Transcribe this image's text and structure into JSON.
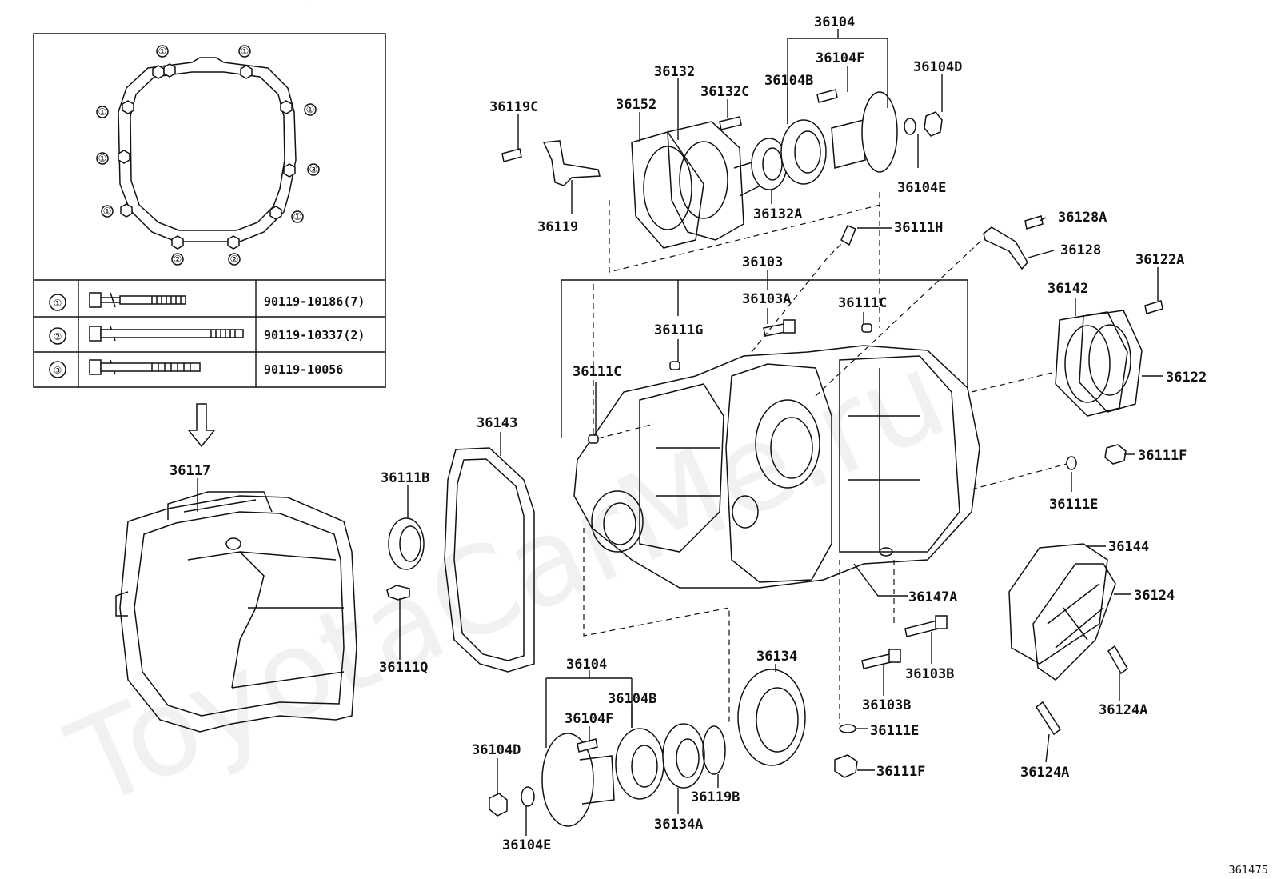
{
  "watermark": "ToyotaCarMe.ru",
  "diagram_id": "361475",
  "inset_table": {
    "rows": [
      {
        "mark": "①",
        "part": "90119-10186(7)"
      },
      {
        "mark": "②",
        "part": "90119-10337(2)"
      },
      {
        "mark": "③",
        "part": "90119-10056"
      }
    ],
    "gasket_marks": [
      "①",
      "①",
      "①",
      "①",
      "①",
      "①",
      "①",
      "①",
      "②",
      "②",
      "③"
    ]
  },
  "labels": {
    "l36104_top": "36104",
    "l36132": "36132",
    "l36104F_top": "36104F",
    "l36104D_top": "36104D",
    "l36132C": "36132C",
    "l36104B_top": "36104B",
    "l36119C": "36119C",
    "l36152": "36152",
    "l36104E_top": "36104E",
    "l36119": "36119",
    "l36132A": "36132A",
    "l36128A": "36128A",
    "l36111H": "36111H",
    "l36128": "36128",
    "l36103": "36103",
    "l36122A": "36122A",
    "l36103A": "36103A",
    "l36111C_r": "36111C",
    "l36142": "36142",
    "l36111G": "36111G",
    "l36122": "36122",
    "l36111C_l": "36111C",
    "l36143": "36143",
    "l36111F_r": "36111F",
    "l36117": "36117",
    "l36111B": "36111B",
    "l36111E_r": "36111E",
    "l36144": "36144",
    "l36124": "36124",
    "l36147A": "36147A",
    "l36103B_r": "36103B",
    "l36111Q": "36111Q",
    "l36134": "36134",
    "l36104_bot": "36104",
    "l36104B_bot": "36104B",
    "l36103B_l": "36103B",
    "l36124A_r": "36124A",
    "l36104F_bot": "36104F",
    "l36111E_b": "36111E",
    "l36104D_bot": "36104D",
    "l36124A_b": "36124A",
    "l36111F_b": "36111F",
    "l36119B": "36119B",
    "l36134A": "36134A",
    "l36104E_bot": "36104E"
  }
}
